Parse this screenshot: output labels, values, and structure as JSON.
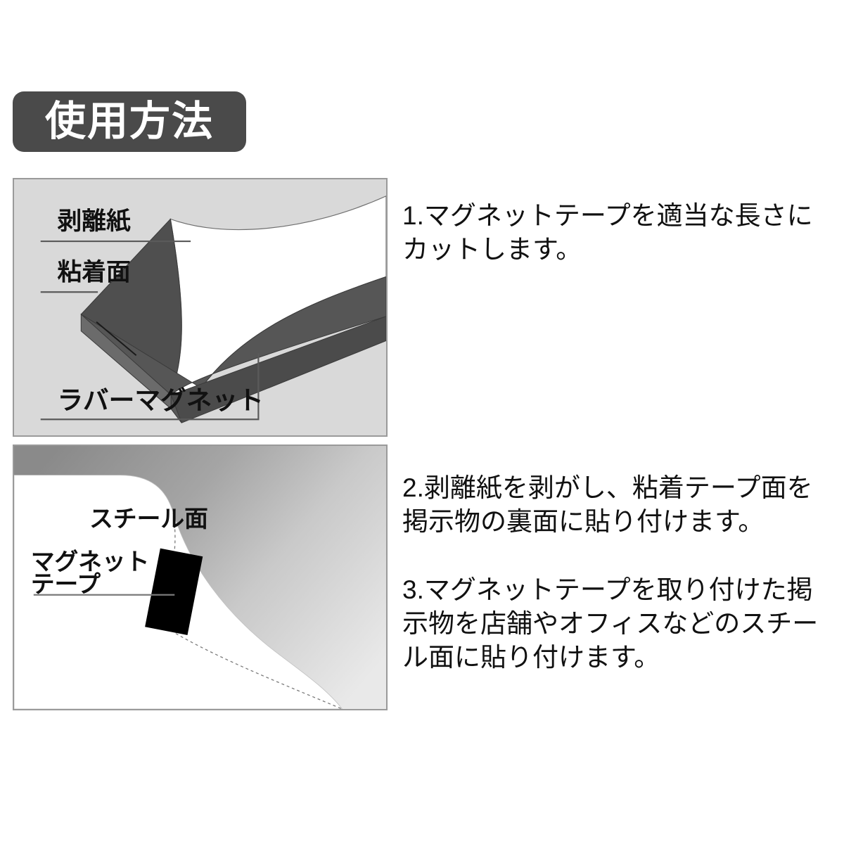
{
  "header": {
    "badge_label": "使用方法"
  },
  "figures": {
    "panel1": {
      "name": "magnet-tape-cross-section",
      "background_color": "#d9d9d9",
      "border_color": "#9a9a9a",
      "magnet_color": "#4f4f4f",
      "magnet_side_color": "#5e5e5e",
      "release_paper_color": "#ffffff",
      "labels": [
        {
          "id": "release-paper",
          "text": "剥離紙"
        },
        {
          "id": "adhesive-surface",
          "text": "粘着面"
        },
        {
          "id": "rubber-magnet",
          "text": "ラバーマグネット"
        }
      ]
    },
    "panel2": {
      "name": "poster-on-steel-surface",
      "background_color": "#ffffff",
      "border_color": "#9a9a9a",
      "steel_gradient_from": "#8d8d8d",
      "steel_gradient_to": "#e8e8e8",
      "tape_color": "#000000",
      "poster_color": "#ffffff",
      "labels": [
        {
          "id": "steel-surface",
          "text": "スチール面"
        },
        {
          "id": "magnet-tape",
          "text": "マグネットテープ"
        },
        {
          "id": "magnet-tape-line2",
          "text": "テープ"
        }
      ]
    }
  },
  "instructions": {
    "steps": [
      {
        "number": "1.",
        "text": "1.マグネットテープを適当な長さにカットします。"
      },
      {
        "number": "2.",
        "text": "2.剥離紙を剥がし、粘着テープ面を掲示物の裏面に貼り付けます。"
      },
      {
        "number": "3.",
        "text": "3.マグネットテープを取り付けた掲示物を店舗やオフィスなどのスチール面に貼り付けます。"
      }
    ]
  },
  "colors": {
    "badge_background": "#4a4a4a",
    "badge_text": "#ffffff",
    "body_text": "#111111",
    "page_background": "#ffffff"
  }
}
